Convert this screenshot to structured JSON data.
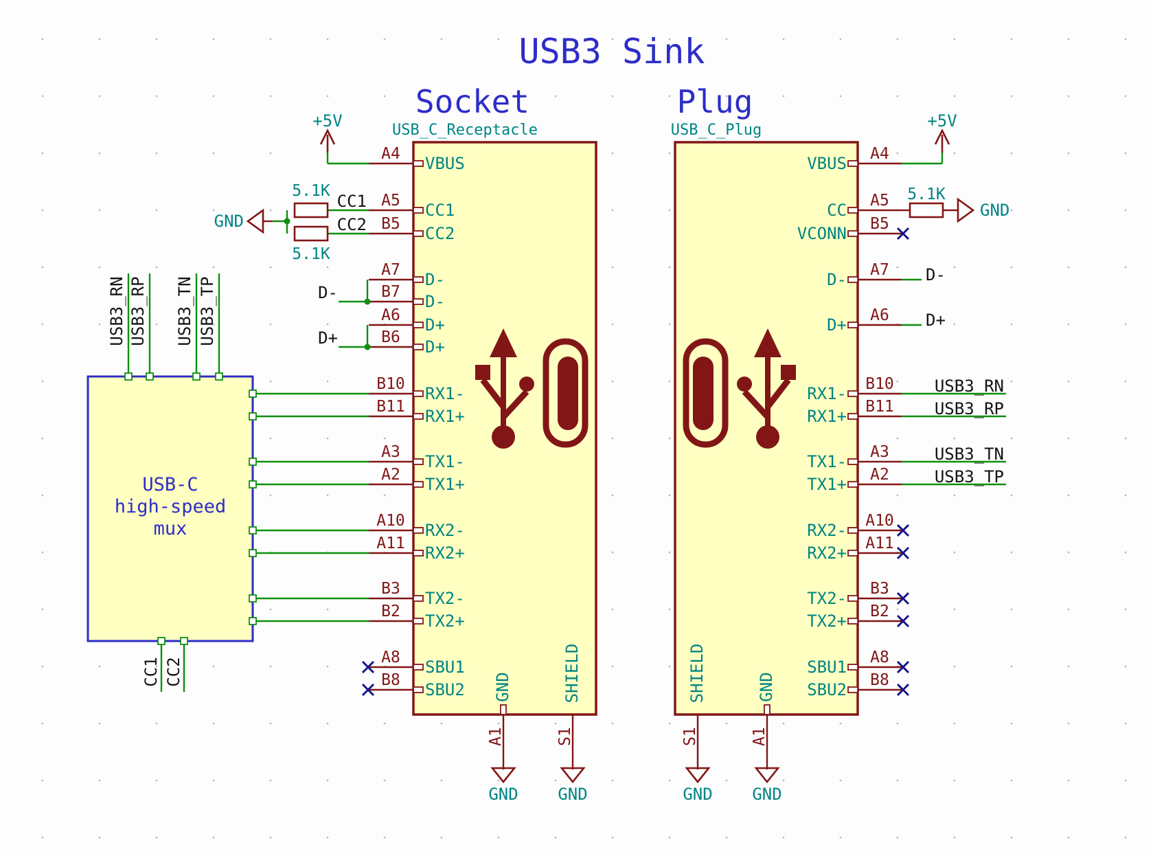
{
  "sheet": {
    "title": "USB3 Sink"
  },
  "socket": {
    "heading": "Socket",
    "symbol": "USB_C_Receptacle",
    "side_pins": [
      {
        "number": "A4",
        "name": "VBUS"
      },
      {
        "number": "A5",
        "name": "CC1"
      },
      {
        "number": "B5",
        "name": "CC2"
      },
      {
        "number": "A7",
        "name": "D-"
      },
      {
        "number": "B7",
        "name": "D-"
      },
      {
        "number": "A6",
        "name": "D+"
      },
      {
        "number": "B6",
        "name": "D+"
      },
      {
        "number": "B10",
        "name": "RX1-"
      },
      {
        "number": "B11",
        "name": "RX1+"
      },
      {
        "number": "A3",
        "name": "TX1-"
      },
      {
        "number": "A2",
        "name": "TX1+"
      },
      {
        "number": "A10",
        "name": "RX2-"
      },
      {
        "number": "A11",
        "name": "RX2+"
      },
      {
        "number": "B3",
        "name": "TX2-"
      },
      {
        "number": "B2",
        "name": "TX2+"
      },
      {
        "number": "A8",
        "name": "SBU1"
      },
      {
        "number": "B8",
        "name": "SBU2"
      }
    ],
    "bottom_pins": [
      {
        "number": "A1",
        "name": "GND"
      },
      {
        "number": "S1",
        "name": "SHIELD"
      }
    ]
  },
  "plug": {
    "heading": "Plug",
    "symbol": "USB_C_Plug",
    "side_pins": [
      {
        "number": "A4",
        "name": "VBUS"
      },
      {
        "number": "A5",
        "name": "CC"
      },
      {
        "number": "B5",
        "name": "VCONN"
      },
      {
        "number": "A7",
        "name": "D-"
      },
      {
        "number": "A6",
        "name": "D+"
      },
      {
        "number": "B10",
        "name": "RX1-"
      },
      {
        "number": "B11",
        "name": "RX1+"
      },
      {
        "number": "A3",
        "name": "TX1-"
      },
      {
        "number": "A2",
        "name": "TX1+"
      },
      {
        "number": "A10",
        "name": "RX2-"
      },
      {
        "number": "A11",
        "name": "RX2+"
      },
      {
        "number": "B3",
        "name": "TX2-"
      },
      {
        "number": "B2",
        "name": "TX2+"
      },
      {
        "number": "A8",
        "name": "SBU1"
      },
      {
        "number": "B8",
        "name": "SBU2"
      }
    ],
    "bottom_pins": [
      {
        "number": "S1",
        "name": "SHIELD"
      },
      {
        "number": "A1",
        "name": "GND"
      }
    ]
  },
  "mux": {
    "line1": "USB-C",
    "line2": "high-speed",
    "line3": "mux",
    "top_nets": [
      "USB3_RN",
      "USB3_RP",
      "USB3_TN",
      "USB3_TP"
    ],
    "bottom_nets": [
      "CC1",
      "CC2"
    ]
  },
  "nets": {
    "socket_cc": [
      "CC1",
      "CC2"
    ],
    "socket_data": [
      "D-",
      "D+"
    ],
    "plug_data": [
      "D-",
      "D+"
    ],
    "plug_usb3": [
      "USB3_RN",
      "USB3_RP",
      "USB3_TN",
      "USB3_TP"
    ]
  },
  "values": {
    "resistor": "5.1K"
  },
  "power": {
    "vcc": "+5V",
    "gnd": "GND"
  },
  "colors": {
    "symbol_outline": "#821616",
    "symbol_fill": "#FFFFC2",
    "pin_name": "#008484",
    "pin_number": "#821616",
    "wire": "#0F8F0F",
    "note_text": "#2D2DC8",
    "net_label": "#141414",
    "no_connect": "#14148C",
    "fill_white": "#FFFFFF"
  }
}
